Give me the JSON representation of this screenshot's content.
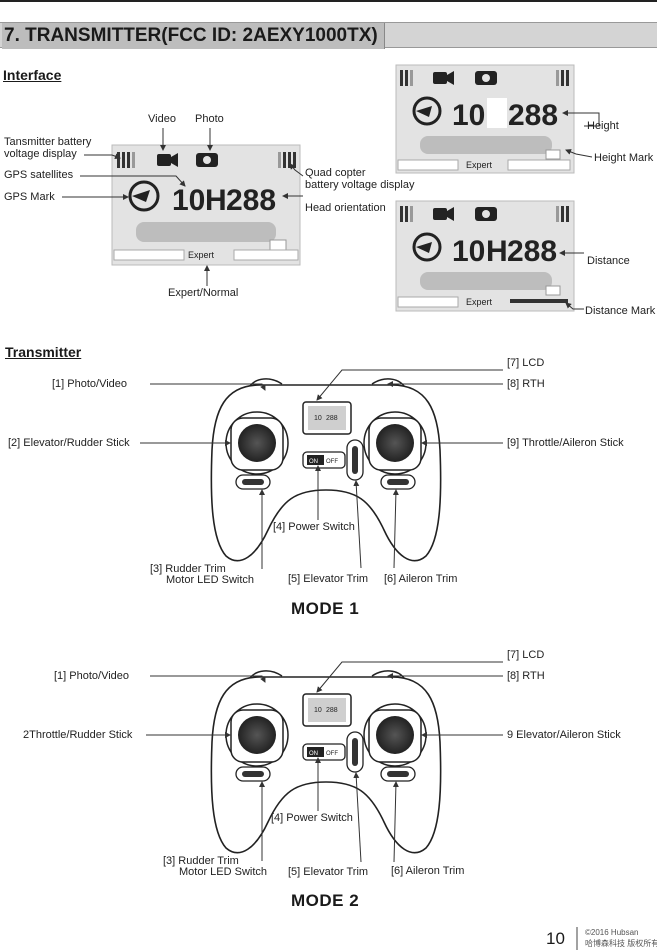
{
  "section": {
    "title": "7. TRANSMITTER(FCC ID: 2AEXY1000TX)"
  },
  "interface": {
    "heading": "Interface",
    "lcd": {
      "number_left": "10",
      "number_right": "288",
      "h_mark": "H",
      "bar_text": "Expert"
    },
    "labels": {
      "video": "Video",
      "photo": "Photo",
      "tx_battery_line1": "Tansmitter battery",
      "tx_battery_line2": "voltage display",
      "gps_satellites": "GPS satellites",
      "gps_mark": "GPS Mark",
      "quad_battery_line1": "Quad copter",
      "quad_battery_line2": "battery voltage display",
      "head_orientation": "Head orientation",
      "expert_normal": "Expert/Normal",
      "height": "Height",
      "height_mark": "Height Mark",
      "distance": "Distance",
      "distance_mark": "Distance Mark"
    }
  },
  "transmitter": {
    "heading": "Transmitter",
    "controller": {
      "switch_on": "ON",
      "switch_off": "OFF"
    },
    "mode1": {
      "title": "MODE 1",
      "lcd": "[7] LCD",
      "rth": "[8] RTH",
      "photo_video": "[1] Photo/Video",
      "left_stick": "[2] Elevator/Rudder Stick",
      "right_stick": "[9] Throttle/Aileron Stick",
      "power_switch": "[4] Power Switch",
      "rudder_trim_line1": "[3] Rudder Trim",
      "rudder_trim_line2": "Motor LED Switch",
      "elevator_trim": "[5] Elevator Trim",
      "aileron_trim": "[6] Aileron Trim"
    },
    "mode2": {
      "title": "MODE 2",
      "lcd": "[7] LCD",
      "rth": "[8] RTH",
      "photo_video": "[1] Photo/Video",
      "left_stick": "2Throttle/Rudder Stick",
      "right_stick": "9 Elevator/Aileron Stick",
      "power_switch": "[4] Power Switch",
      "rudder_trim_line1": "[3] Rudder Trim",
      "rudder_trim_line2": "Motor LED Switch",
      "elevator_trim": "[5] Elevator Trim",
      "aileron_trim": "[6] Aileron Trim"
    }
  },
  "footer": {
    "page_number": "10",
    "copyright": "©2016  Hubsan",
    "rights": "哈博森科技  版权所有"
  }
}
